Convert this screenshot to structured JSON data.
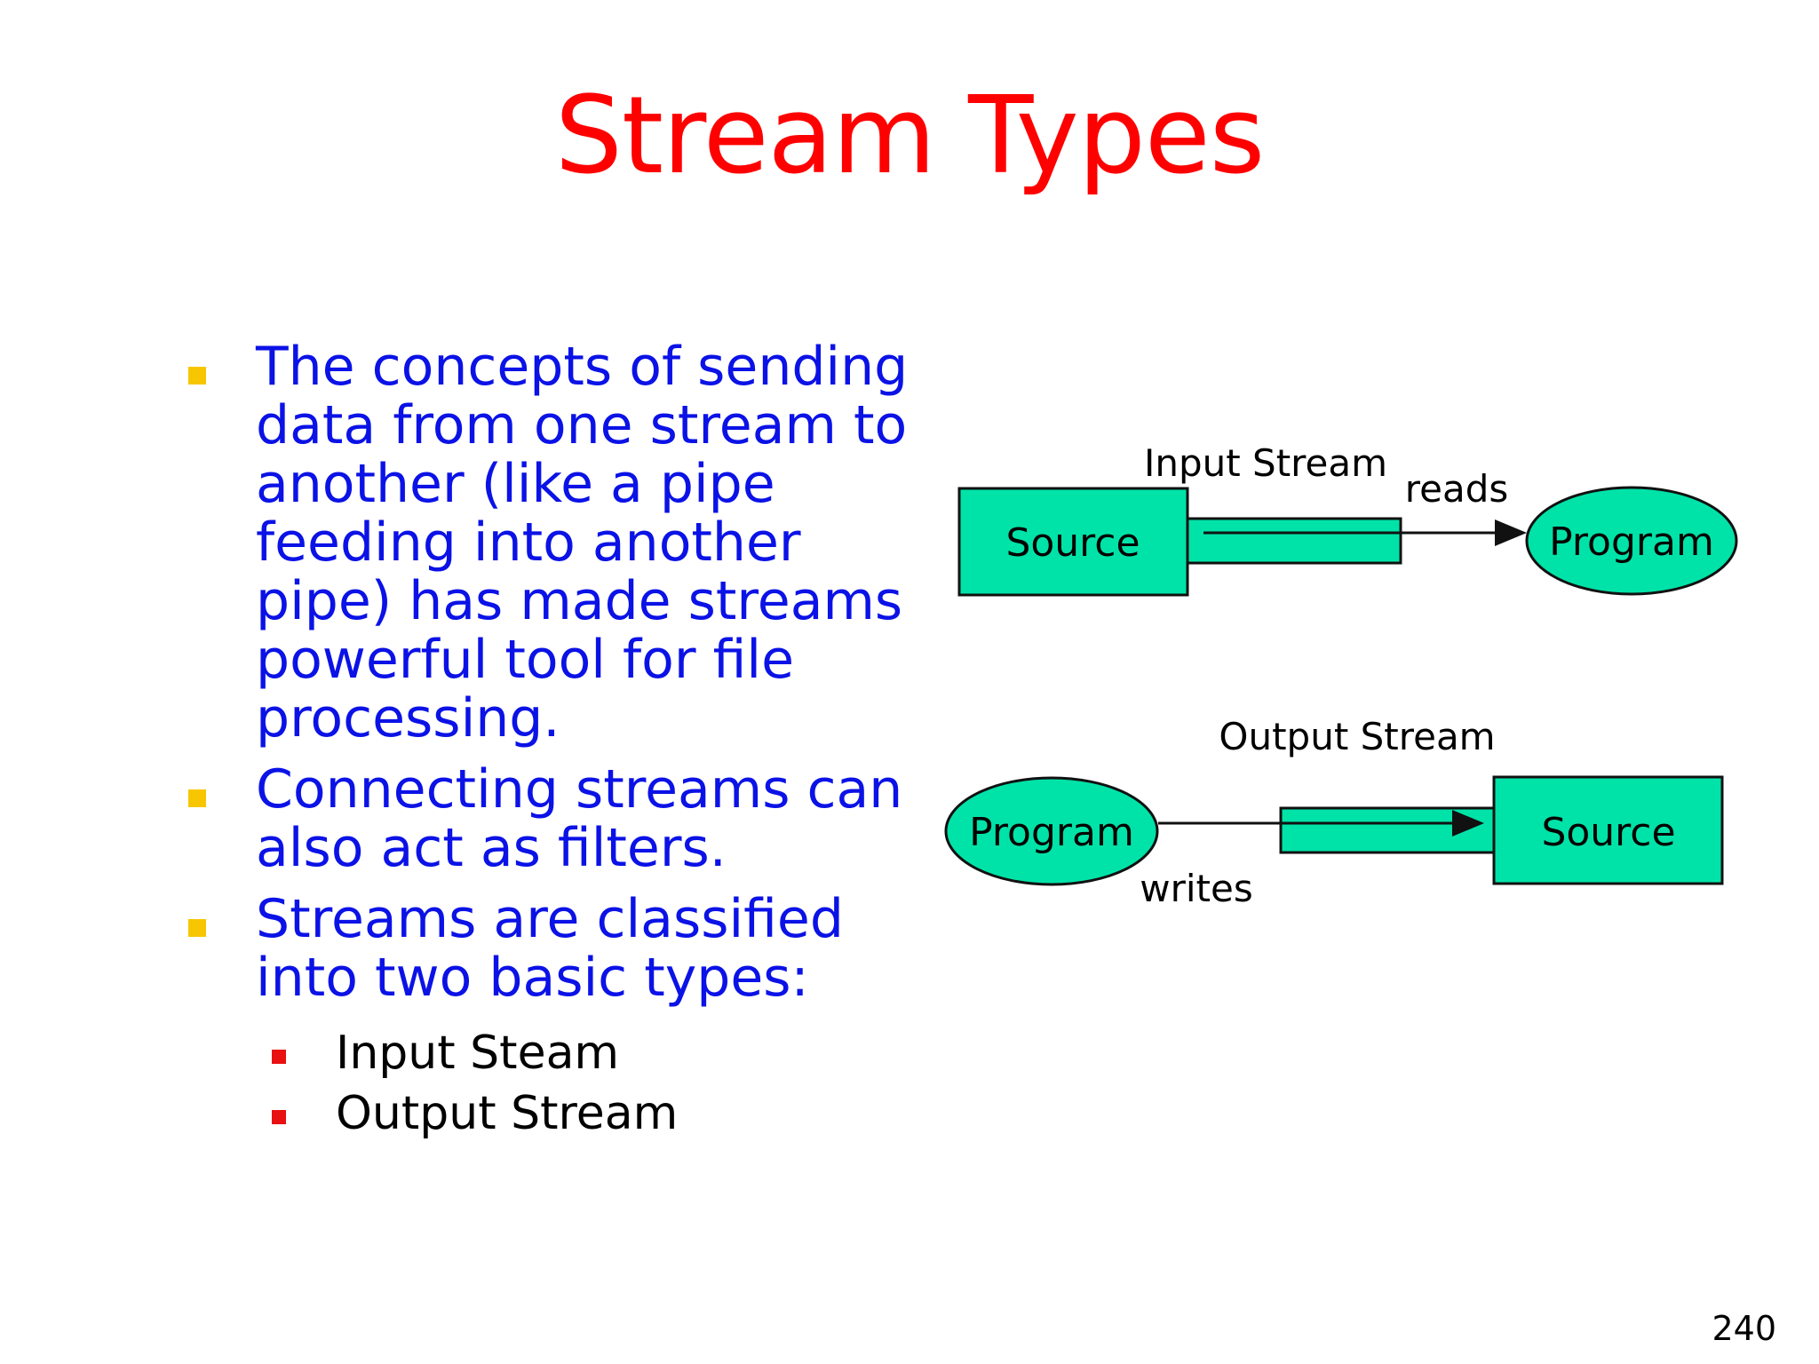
{
  "slide": {
    "title": "Stream Types",
    "page_number": "240"
  },
  "bullets": [
    {
      "text": "The concepts of sending data from one stream to another (like a pipe feeding into another pipe) has made streams powerful tool for file processing."
    },
    {
      "text": "Connecting streams can also act as filters."
    },
    {
      "text": "Streams are classified into two basic types:"
    }
  ],
  "sub_bullets": [
    {
      "text": "Input Steam"
    },
    {
      "text": "Output Stream"
    }
  ],
  "diagram": {
    "input": {
      "label": "Input Stream",
      "source": "Source",
      "action": "reads",
      "target": "Program"
    },
    "output": {
      "label": "Output Stream",
      "source": "Program",
      "action": "writes",
      "target": "Source"
    },
    "colors": {
      "fill": "#00e3a8",
      "stroke": "#111111",
      "bullet": "#f7c600",
      "sub_bullet": "#e81010",
      "title": "#ff0000",
      "body_text": "#0b12e6"
    }
  }
}
